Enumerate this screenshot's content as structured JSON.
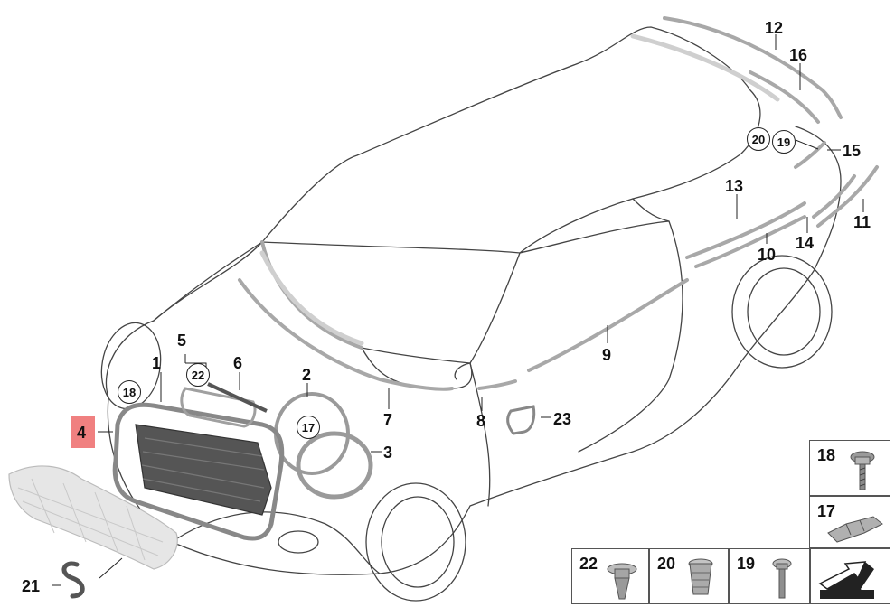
{
  "callouts": {
    "c1": "1",
    "c2": "2",
    "c3": "3",
    "c4": "4",
    "c5": "5",
    "c6": "6",
    "c7": "7",
    "c8": "8",
    "c9": "9",
    "c10": "10",
    "c11": "11",
    "c12": "12",
    "c13": "13",
    "c14": "14",
    "c15": "15",
    "c16": "16",
    "c21": "21",
    "c23": "23"
  },
  "circled": {
    "r17": "17",
    "r18": "18",
    "r19": "19",
    "r20": "20",
    "r22": "22"
  },
  "parts_boxes": {
    "b18": "18",
    "b17": "17",
    "b22": "22",
    "b20": "20",
    "b19": "19"
  },
  "highlight": {
    "label": "4",
    "color": "#f08080"
  }
}
